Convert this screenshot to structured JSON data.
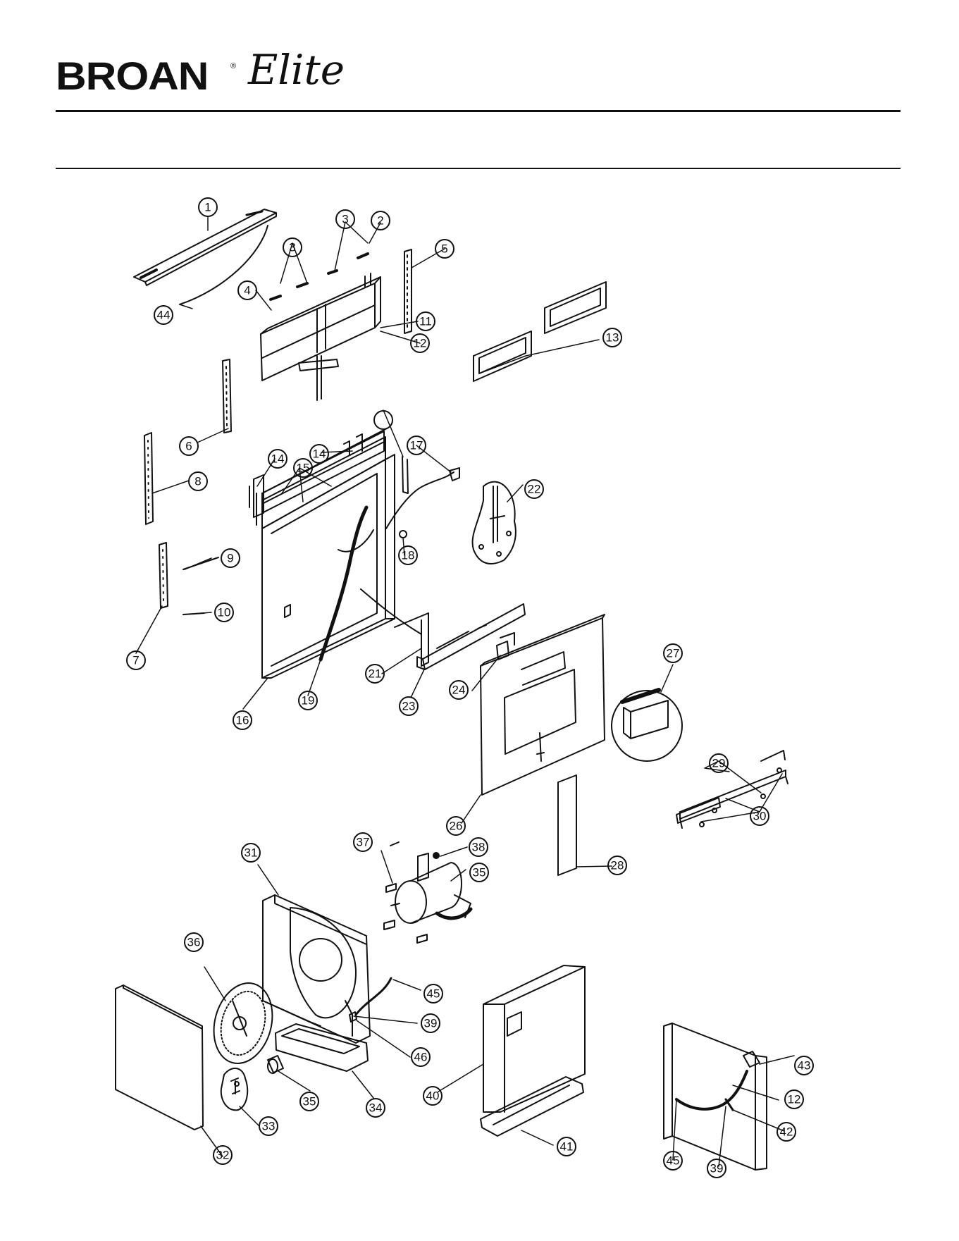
{
  "header": {
    "brand": "BROAN",
    "registered_mark": "®",
    "sub_brand": "Elite"
  },
  "callouts": [
    {
      "id": "c1",
      "text": "1"
    },
    {
      "id": "c2",
      "text": "2"
    },
    {
      "id": "c3a",
      "text": "3"
    },
    {
      "id": "c3b",
      "text": "3"
    },
    {
      "id": "c4",
      "text": "4"
    },
    {
      "id": "c5",
      "text": "5"
    },
    {
      "id": "c6",
      "text": "6"
    },
    {
      "id": "c7",
      "text": "7"
    },
    {
      "id": "c8",
      "text": "8"
    },
    {
      "id": "c9",
      "text": "9"
    },
    {
      "id": "c10",
      "text": "10"
    },
    {
      "id": "c11",
      "text": "11"
    },
    {
      "id": "c12a",
      "text": "12"
    },
    {
      "id": "c13",
      "text": "13"
    },
    {
      "id": "c14a",
      "text": "14"
    },
    {
      "id": "c14b",
      "text": "14"
    },
    {
      "id": "c15",
      "text": "15"
    },
    {
      "id": "c16",
      "text": "16"
    },
    {
      "id": "cblank",
      "text": ""
    },
    {
      "id": "c17",
      "text": "17"
    },
    {
      "id": "c18",
      "text": "18"
    },
    {
      "id": "c19",
      "text": "19"
    },
    {
      "id": "c21",
      "text": "21"
    },
    {
      "id": "c22",
      "text": "22"
    },
    {
      "id": "c23",
      "text": "23"
    },
    {
      "id": "c24",
      "text": "24"
    },
    {
      "id": "c26",
      "text": "26"
    },
    {
      "id": "c27",
      "text": "27"
    },
    {
      "id": "c28",
      "text": "28"
    },
    {
      "id": "c29",
      "text": "29"
    },
    {
      "id": "c30",
      "text": "30"
    },
    {
      "id": "c31",
      "text": "31"
    },
    {
      "id": "c32",
      "text": "32"
    },
    {
      "id": "c33",
      "text": "33"
    },
    {
      "id": "c34",
      "text": "34"
    },
    {
      "id": "c35a",
      "text": "35"
    },
    {
      "id": "c35b",
      "text": "35"
    },
    {
      "id": "c36",
      "text": "36"
    },
    {
      "id": "c37",
      "text": "37"
    },
    {
      "id": "c38",
      "text": "38"
    },
    {
      "id": "c39a",
      "text": "39"
    },
    {
      "id": "c39b",
      "text": "39"
    },
    {
      "id": "c40",
      "text": "40"
    },
    {
      "id": "c41",
      "text": "41"
    },
    {
      "id": "c42",
      "text": "42"
    },
    {
      "id": "c43",
      "text": "43"
    },
    {
      "id": "c44",
      "text": "44"
    },
    {
      "id": "c45a",
      "text": "45"
    },
    {
      "id": "c45b",
      "text": "45"
    },
    {
      "id": "c46",
      "text": "46"
    },
    {
      "id": "c12b",
      "text": "12"
    }
  ]
}
